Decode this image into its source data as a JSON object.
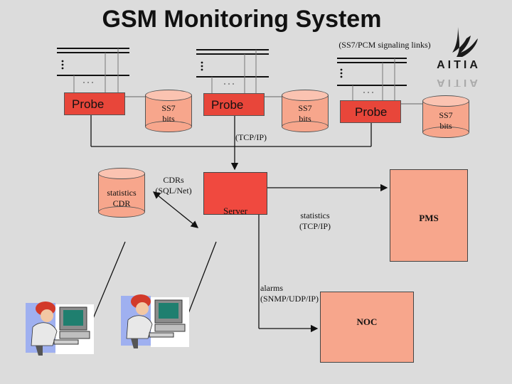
{
  "title": "GSM Monitoring System",
  "labels": {
    "signaling_links": "(SS7/PCM signaling links)",
    "probe": "Probe",
    "ss7_bits": "SS7\nbits",
    "tcpip": "(TCP/IP)",
    "cdrs": "CDRs\n(SQL/Net)",
    "statistics_cdr": "statistics\nCDR",
    "server": "Server",
    "statistics_tcpip": "statistics\n(TCP/IP)",
    "pms": "PMS",
    "alarms": "alarms\n(SNMP/UDP/IP)",
    "noc": "NOC"
  },
  "logo": {
    "text": "AITIA",
    "mirrored_text": "AITIA"
  },
  "colors": {
    "background": "#dcdcdc",
    "probe": "#e8463a",
    "server": "#f0493f",
    "pms": "#f7a68c",
    "noc": "#f7a68c",
    "cylinder": "#f7a68c"
  },
  "icons": [
    "operator-workstation-icon",
    "operator-workstation-icon"
  ]
}
